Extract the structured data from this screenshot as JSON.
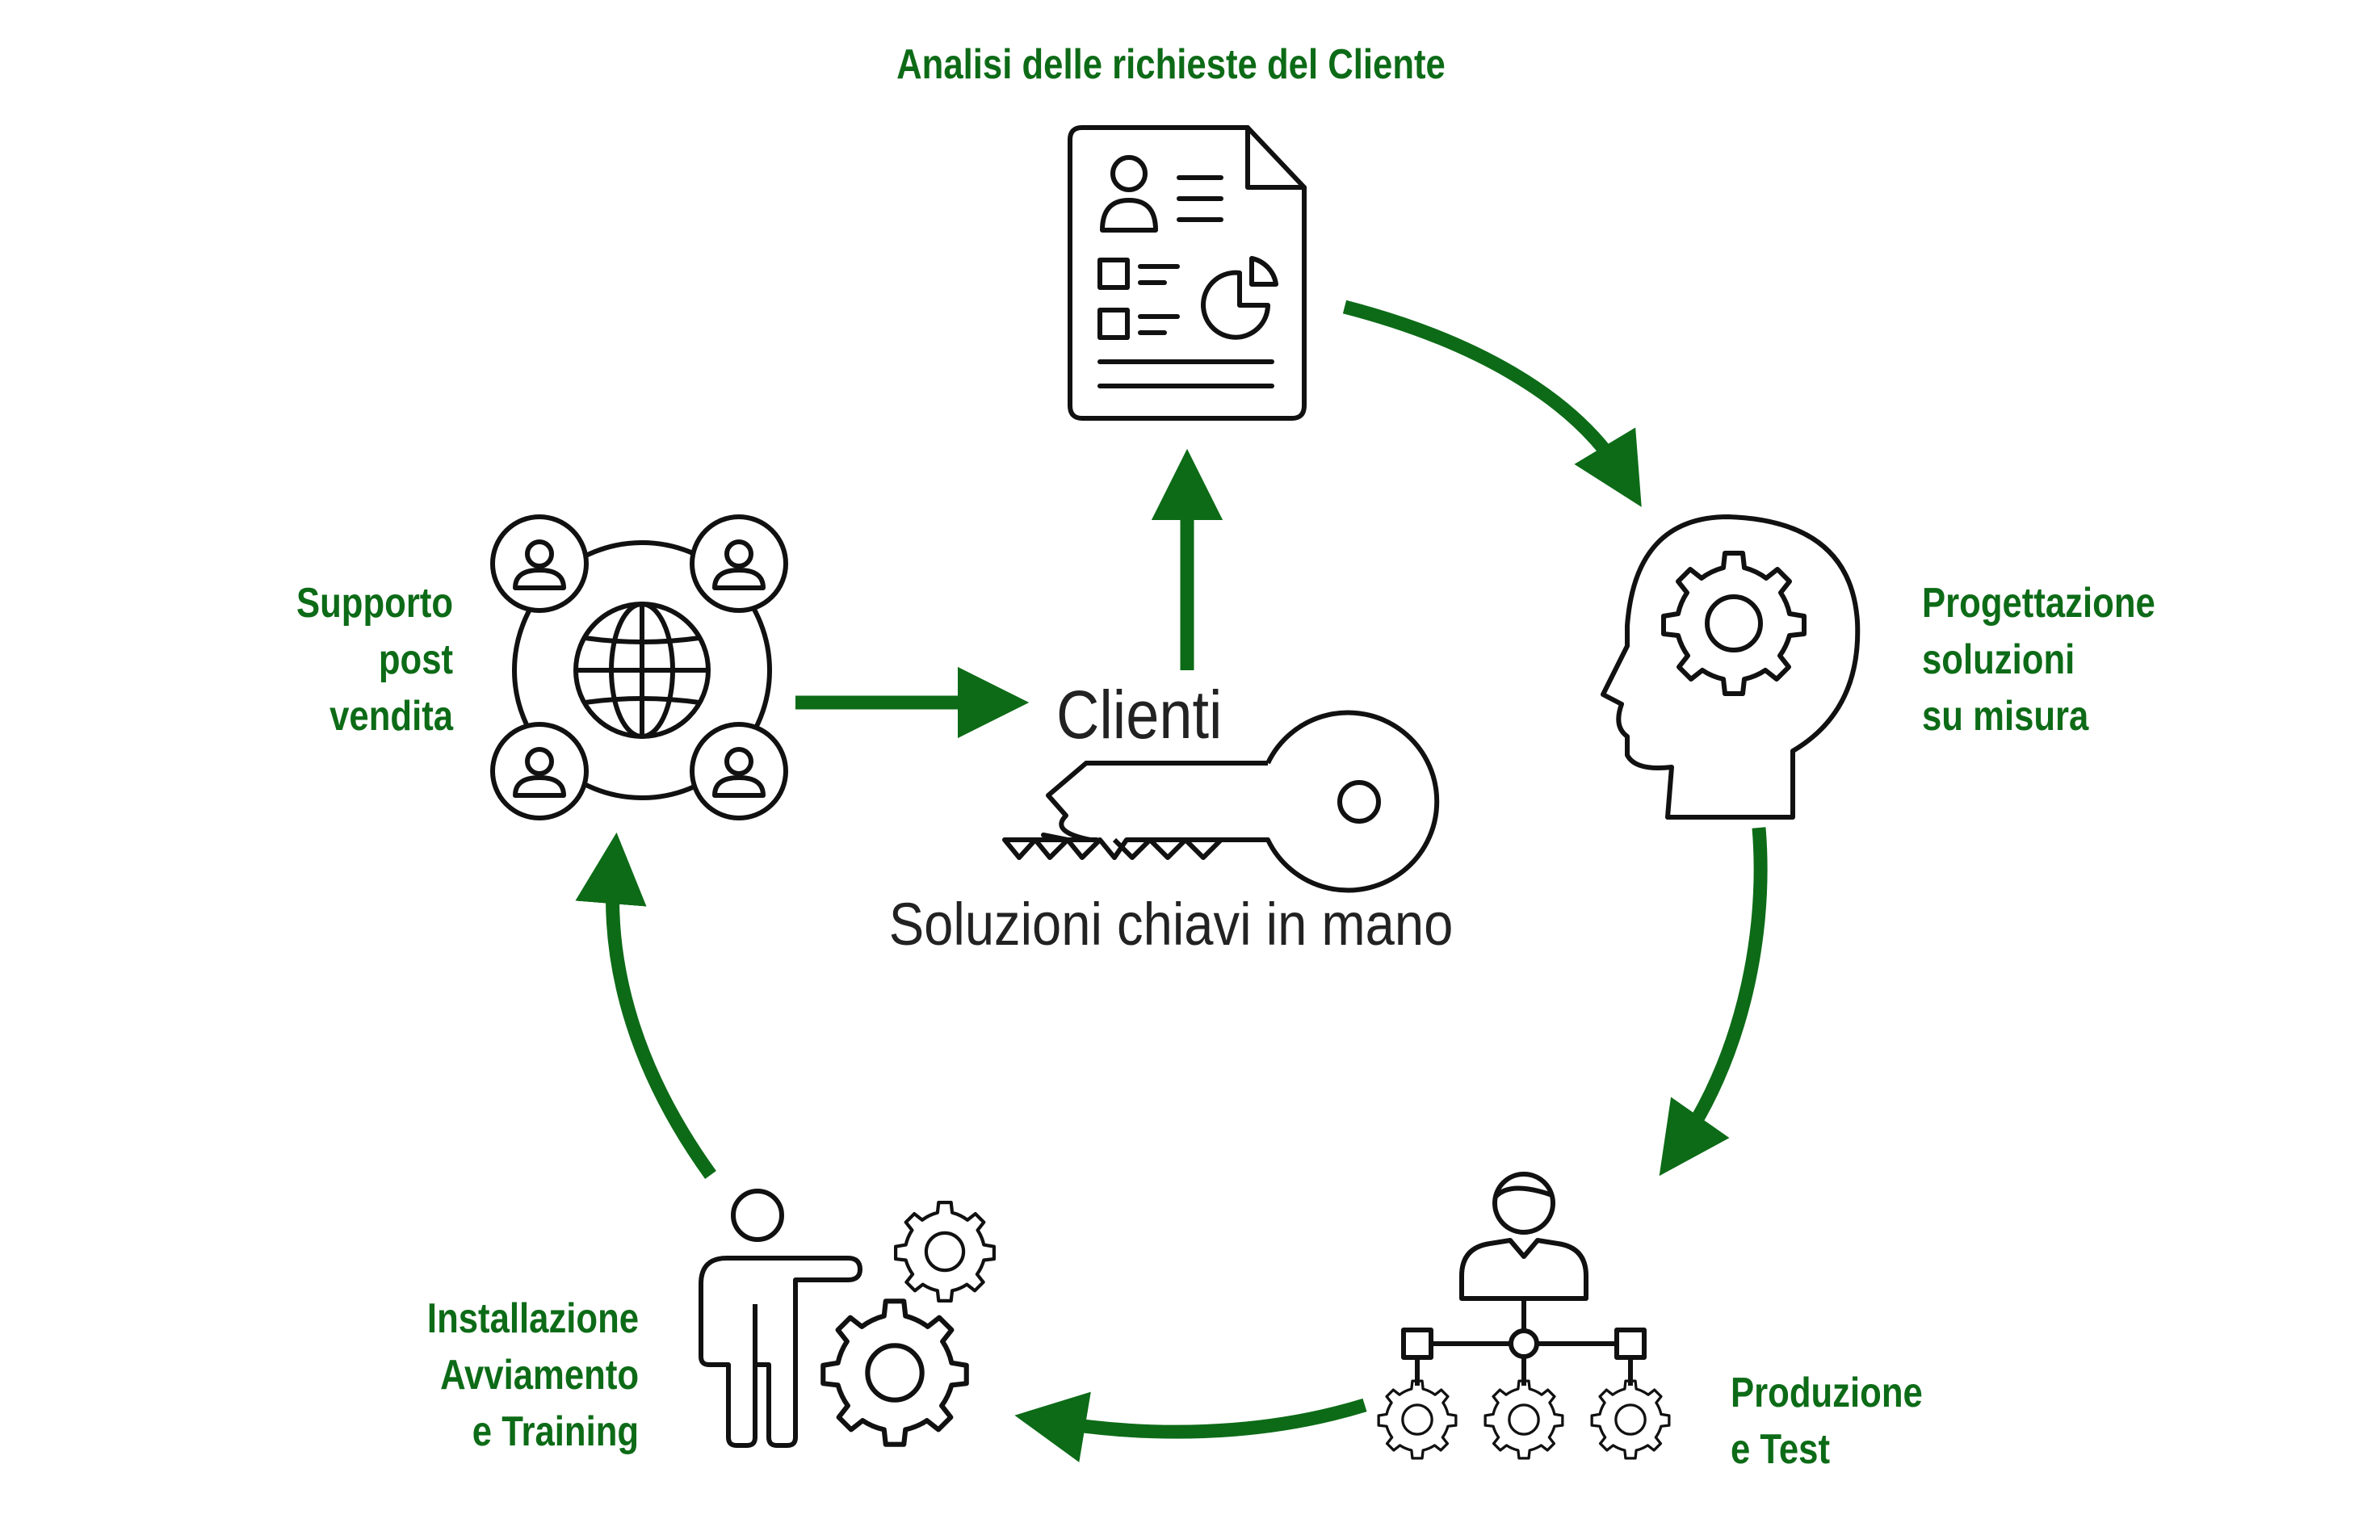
{
  "colors": {
    "accent": "#0d6b17",
    "stroke": "#111111",
    "center_text": "#222222"
  },
  "center": {
    "title": "Clienti",
    "subtitle": "Soluzioni chiavi in mano",
    "icon": "key-icon"
  },
  "steps": [
    {
      "lines": [
        "Analisi delle richieste del Cliente"
      ],
      "icon": "document-report-icon"
    },
    {
      "lines": [
        "Progettazione",
        "soluzioni",
        "su misura"
      ],
      "icon": "head-gear-icon"
    },
    {
      "lines": [
        "Produzione",
        "e Test"
      ],
      "icon": "person-gears-hierarchy-icon"
    },
    {
      "lines": [
        "Installazione",
        "Avviamento",
        "e Training"
      ],
      "icon": "person-pointing-gears-icon"
    },
    {
      "lines": [
        "Supporto",
        "post",
        "vendita"
      ],
      "icon": "globe-network-users-icon"
    }
  ]
}
